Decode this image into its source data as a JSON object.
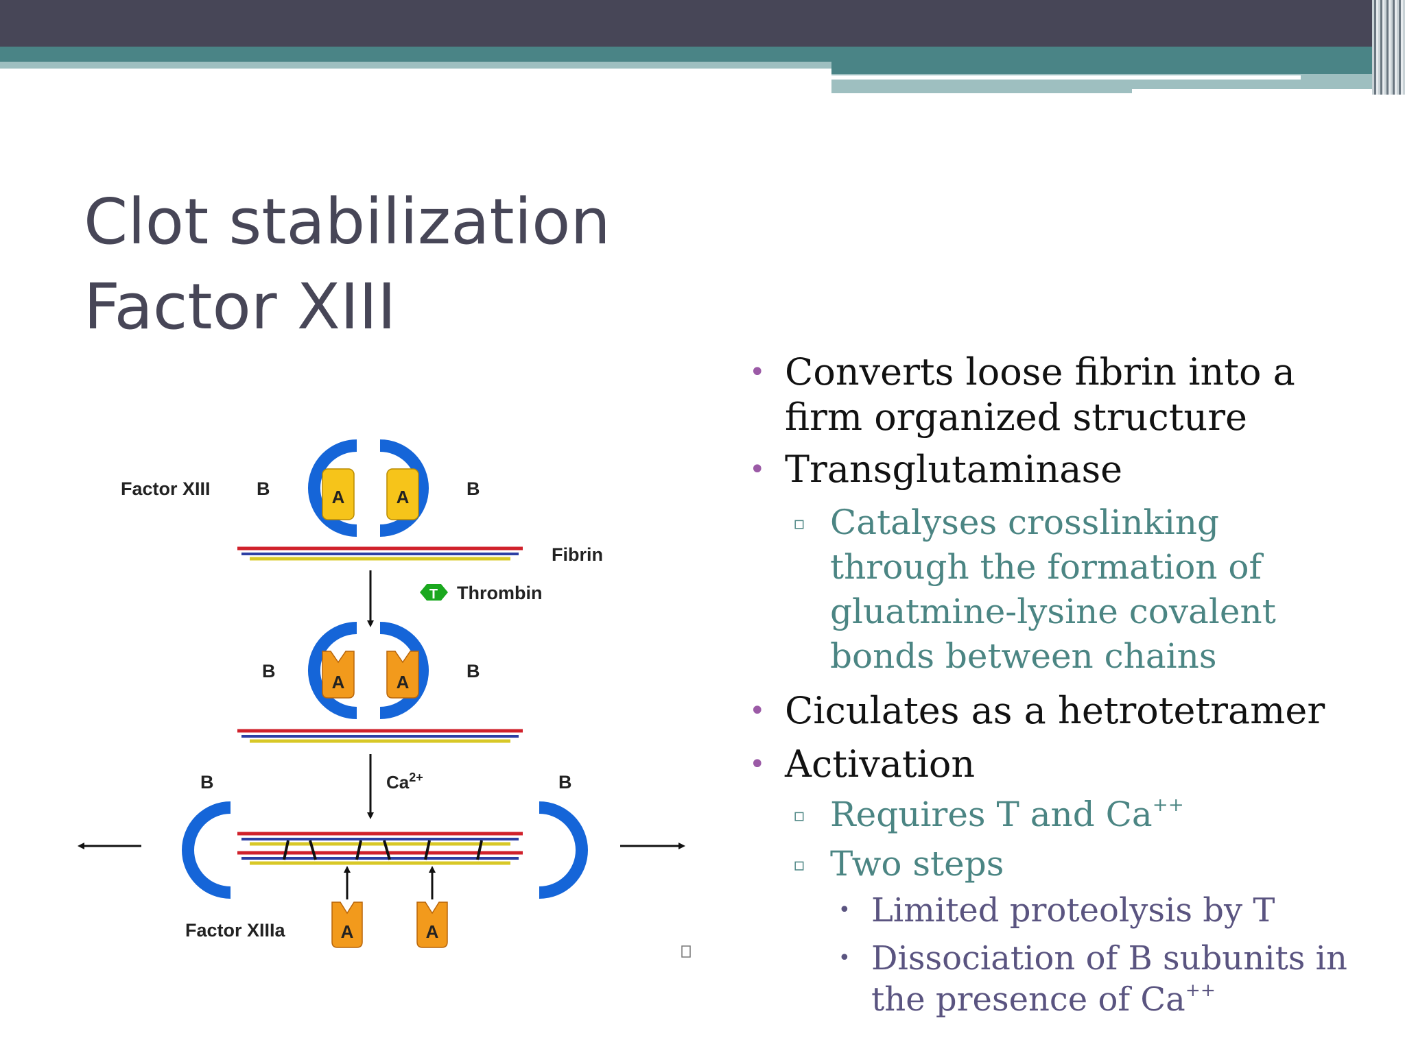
{
  "title": {
    "line1": "Clot stabilization",
    "line2": "Factor XIII"
  },
  "bullets": [
    {
      "level": 1,
      "text_parts": [
        "Converts loose fibrin into a",
        "firm organized structure"
      ]
    },
    {
      "level": 1,
      "text_parts": [
        "Transglutaminase"
      ]
    },
    {
      "level": 2,
      "text_parts": [
        "Catalyses crosslinking",
        "through the formation of",
        "gluatmine-lysine covalent",
        "bonds between chains"
      ]
    },
    {
      "level": 1,
      "text_parts": [
        "Ciculates as a hetrotetramer"
      ]
    },
    {
      "level": 1,
      "text_parts": [
        "Activation"
      ]
    },
    {
      "level": 2,
      "text": "Requires T and Ca",
      "sup": "++"
    },
    {
      "level": 2,
      "text_parts": [
        "Two steps"
      ]
    },
    {
      "level": 3,
      "text_parts": [
        "Limited proteolysis by T"
      ]
    },
    {
      "level": 3,
      "text_parts": [
        "Dissociation of B subunits in"
      ]
    },
    {
      "level": 3,
      "text": "the presence of Ca",
      "sup": "++",
      "continuation": true
    }
  ],
  "diagram": {
    "label_factor_xiii": "Factor XIII",
    "label_factor_xiiia": "Factor XIIIa",
    "label_fibrin": "Fibrin",
    "label_thrombin": "Thrombin",
    "thrombin_badge": "T",
    "label_calcium": "Ca",
    "calcium_charge": "2+",
    "subunit_a": "A",
    "subunit_b": "B",
    "colors": {
      "b_subunit": "#1565d8",
      "a_intact": "#f6c41a",
      "a_activated": "#f29a1c",
      "fibrin_red": "#d0212b",
      "fibrin_blue": "#2c3fa4",
      "fibrin_yellow": "#d8c827",
      "thrombin": "#1aa81e"
    }
  }
}
